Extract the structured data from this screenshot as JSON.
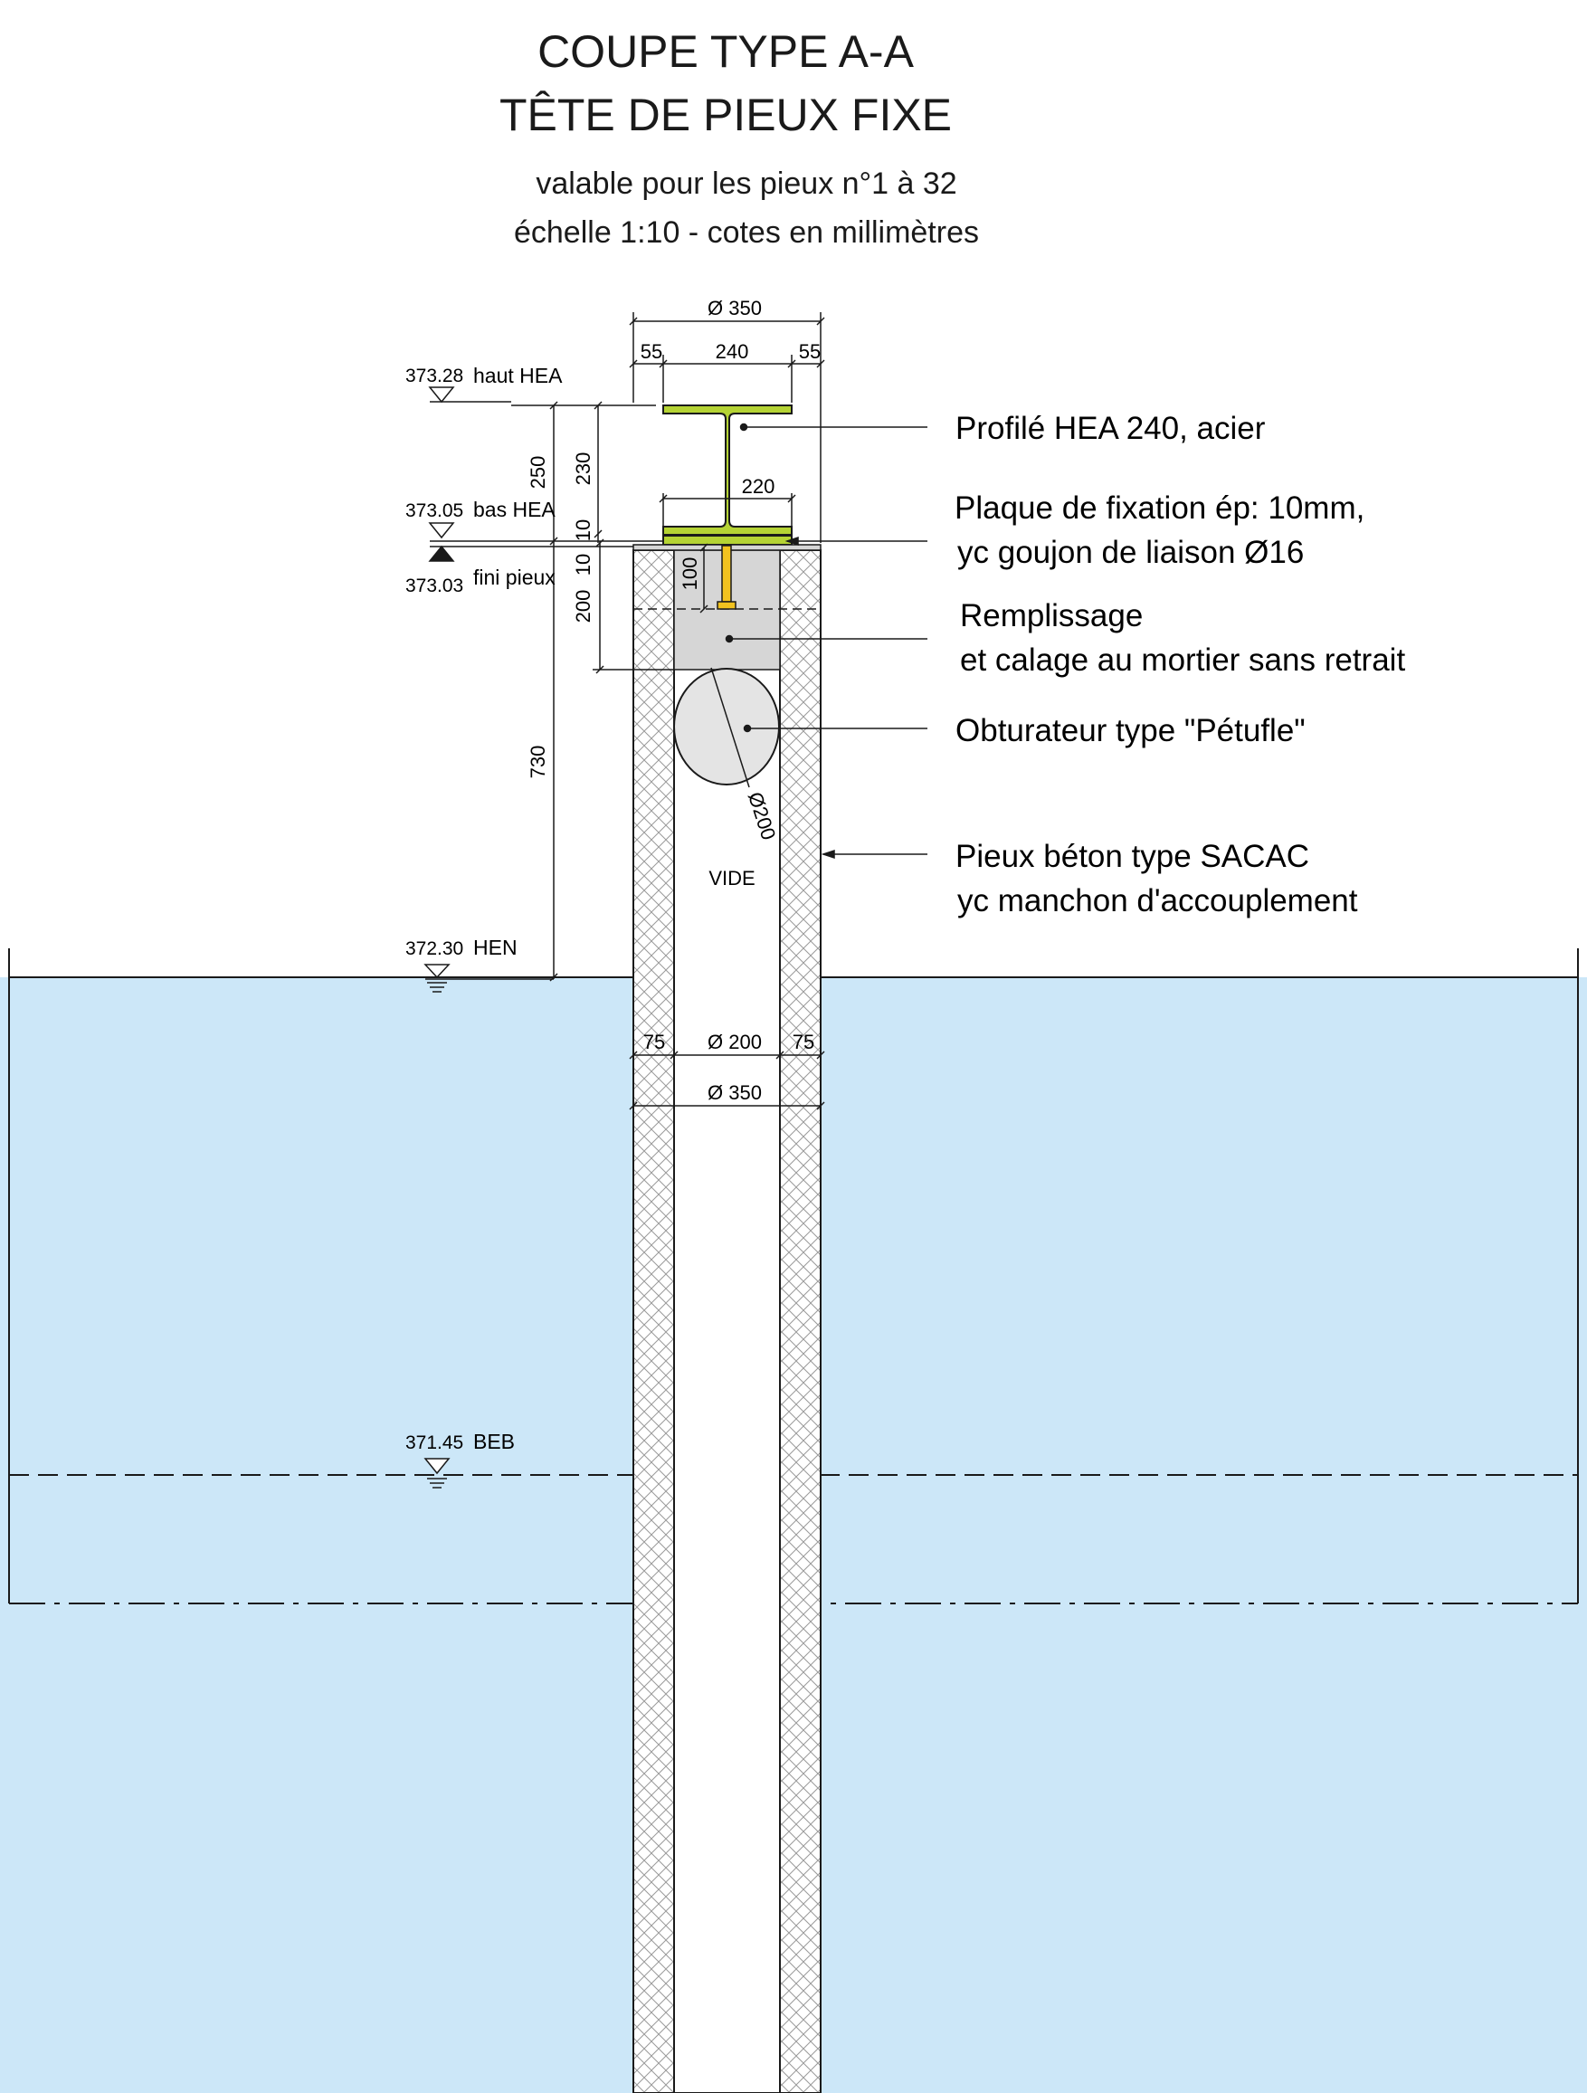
{
  "header": {
    "title_line1": "COUPE TYPE A-A",
    "title_line2": "TÊTE DE PIEUX FIXE",
    "subtitle_line1": "valable pour les pieux n°1 à 32",
    "subtitle_line2": "échelle 1:10 - cotes en millimètres"
  },
  "colors": {
    "water": "#cce7f8",
    "steel_profile": "#b5d334",
    "stud": "#f1c21f",
    "mortar": "#d6d6d6",
    "line": "#1a1a1a"
  },
  "dimensions": {
    "top_diameter": "Ø 350",
    "top_left": "55",
    "top_mid": "240",
    "top_right": "55",
    "plate_width": "220",
    "stud_depth": "100",
    "obturator_diameter": "Ø200",
    "lower_left": "75",
    "lower_mid": "Ø 200",
    "lower_right": "75",
    "lower_diameter": "Ø 350",
    "v_250": "250",
    "v_230": "230",
    "v_10a": "10",
    "v_10b": "10",
    "v_200": "200",
    "v_730": "730"
  },
  "levels": [
    {
      "value": "373.28",
      "name": "haut HEA"
    },
    {
      "value": "373.05",
      "name": "bas HEA"
    },
    {
      "value": "373.03",
      "name": "fini pieux"
    },
    {
      "value": "372.30",
      "name": "HEN"
    },
    {
      "value": "371.45",
      "name": "BEB"
    }
  ],
  "labels": {
    "void": "VIDE"
  },
  "callouts": [
    {
      "lines": [
        "Profilé HEA 240, acier"
      ]
    },
    {
      "lines": [
        "Plaque de fixation ép: 10mm,",
        "yc goujon de liaison Ø16"
      ]
    },
    {
      "lines": [
        "Remplissage",
        "et calage au mortier sans retrait"
      ]
    },
    {
      "lines": [
        "Obturateur type \"Pétufle\""
      ]
    },
    {
      "lines": [
        "Pieux béton type SACAC",
        "yc manchon d'accouplement"
      ]
    }
  ]
}
